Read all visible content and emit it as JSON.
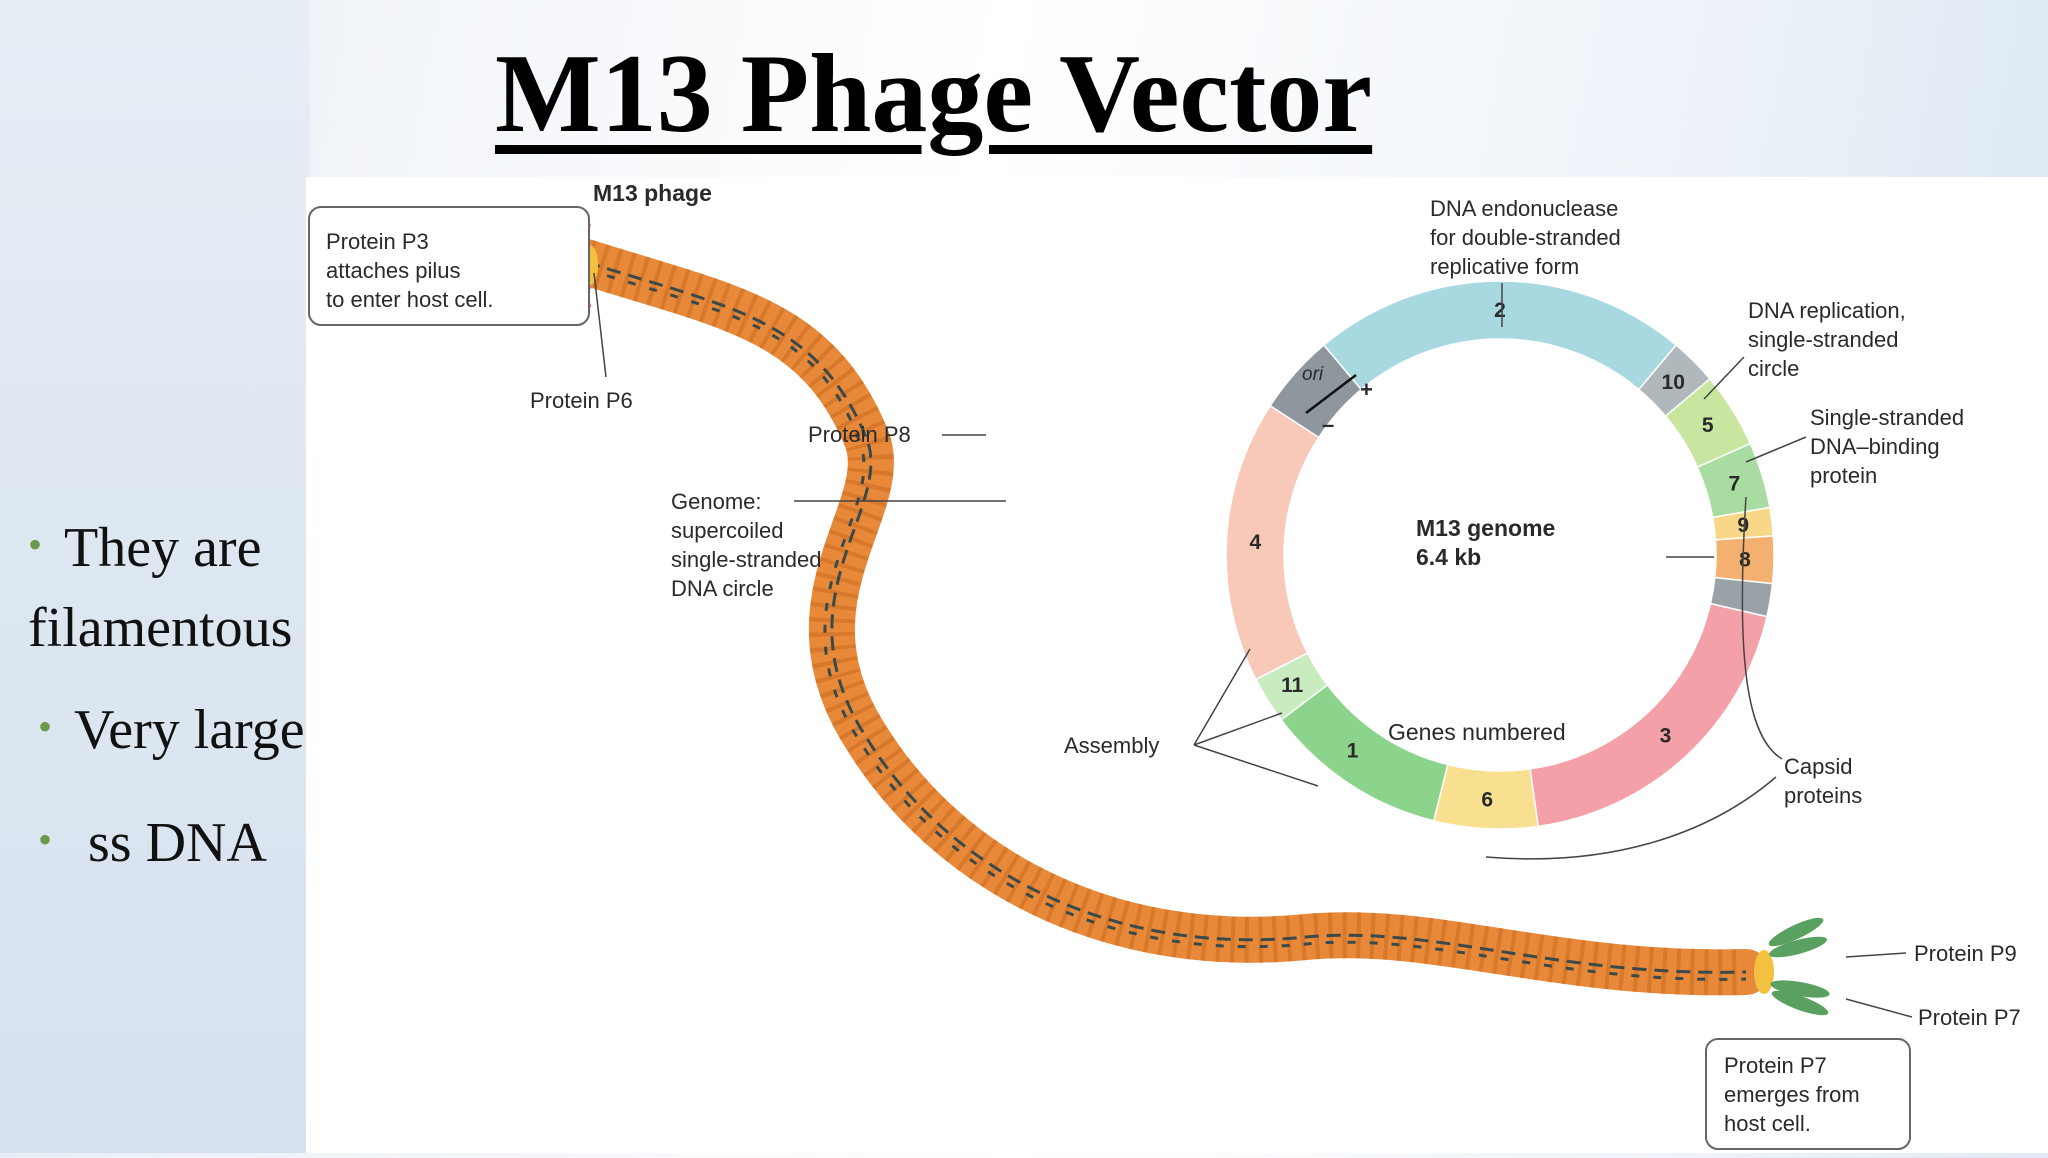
{
  "slide": {
    "title": "M13 Phage Vector",
    "bullets": [
      {
        "line1": "They are",
        "line2": "filamentous"
      },
      {
        "line1": "Very large"
      },
      {
        "line1": "ss DNA"
      }
    ]
  },
  "diagram": {
    "phage_label": "M13 phage",
    "p3_box": [
      "Protein P3",
      "attaches pilus",
      "to enter host cell."
    ],
    "p6_label": "Protein P6",
    "p8_label": "Protein P8",
    "genome_label": [
      "Genome:",
      "supercoiled",
      "single-stranded",
      "DNA circle"
    ],
    "p9_label": "Protein P9",
    "p7_label": "Protein P7",
    "p7_box": [
      "Protein P7",
      "emerges from",
      "host cell."
    ],
    "genome_title": "M13 genome",
    "genome_size": "6.4 kb",
    "ori_label": "ori",
    "plus_sign": "+",
    "minus_sign": "–",
    "endonuclease_label": [
      "DNA endonuclease",
      "for double-stranded",
      "replicative form"
    ],
    "replication_label": [
      "DNA replication,",
      "single-stranded",
      "circle"
    ],
    "ssb_label": [
      "Single-stranded",
      "DNA–binding",
      "protein"
    ],
    "capsid_label": [
      "Capsid",
      "proteins"
    ],
    "assembly_label": "Assembly",
    "genes_numbered_label": "Genes numbered",
    "gene_numbers": [
      "2",
      "10",
      "5",
      "7",
      "9",
      "8",
      "3",
      "6",
      "1",
      "11",
      "4"
    ],
    "segment_colors": {
      "gene2": "#a9d9e0",
      "gene10": "#b0b8bc",
      "gene5": "#c9e6a0",
      "gene7": "#a8dca0",
      "gene9": "#f8d888",
      "gene8": "#f4b070",
      "grey": "#9aa2a8",
      "gene3": "#f4a0a8",
      "gene6": "#f8e090",
      "gene1": "#8cd48c",
      "gene11": "#c8ecc0",
      "gene4": "#f8c8b8",
      "ori": "#8e979e"
    },
    "phage_colors": {
      "coat": "#e8893a",
      "dna": "#3a4a4a",
      "tip_p3": "#f06a90",
      "tip_p7": "#5aa060"
    }
  }
}
